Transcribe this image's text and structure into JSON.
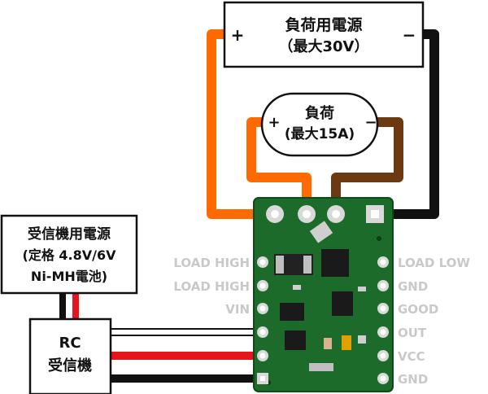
{
  "load_power": {
    "title": "負荷用電源",
    "rating": "（最大30V）",
    "plus": "+",
    "minus": "−"
  },
  "load": {
    "title": "負荷",
    "rating": "(最大15A)",
    "plus": "+",
    "minus": "−"
  },
  "receiver_power": {
    "line1": "受信機用電源",
    "line2": "(定格 4.8V/6V",
    "line3": "Ni-MH電池)"
  },
  "rc_receiver": {
    "line1": "RC",
    "line2": "受信機"
  },
  "pins_left": [
    "LOAD HIGH",
    "LOAD HIGH",
    "VIN"
  ],
  "pins_right": [
    "LOAD LOW",
    "GND",
    "GOOD",
    "OUT",
    "VCC",
    "GND"
  ],
  "colors": {
    "wire_orange": "#ff6a00",
    "wire_brown": "#6b3a10",
    "wire_black": "#111111",
    "wire_red": "#e8141b",
    "board_green": "#1c6b2a",
    "pin_label": "#c9c9c9"
  }
}
